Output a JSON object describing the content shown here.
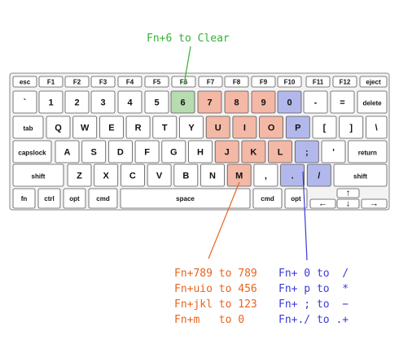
{
  "colors": {
    "green_text": "#33b233",
    "orange_text": "#e8641f",
    "blue_text": "#3b3bd8",
    "key_green": "#b6dcb0",
    "key_orange": "#f4b8a6",
    "key_blue": "#b3b8ec"
  },
  "annotations": {
    "top": "Fn+6 to Clear",
    "orange_lines": [
      "Fn+789 to 789",
      "Fn+uio to 456",
      "Fn+jkl to 123",
      "Fn+m   to 0"
    ],
    "blue_lines": [
      "Fn+ 0 to  /",
      "Fn+ p to  *",
      "Fn+ ; to  −",
      "Fn+./ to .+"
    ]
  },
  "keyboard": {
    "rows": [
      [
        {
          "label": "esc"
        },
        {
          "label": "F1"
        },
        {
          "label": "F2"
        },
        {
          "label": "F3"
        },
        {
          "label": "F4"
        },
        {
          "label": "F5"
        },
        {
          "label": "F6"
        },
        {
          "label": "F7"
        },
        {
          "label": "F8"
        },
        {
          "label": "F9"
        },
        {
          "label": "F10"
        },
        {
          "label": "F11"
        },
        {
          "label": "F12"
        },
        {
          "label": "eject"
        }
      ],
      [
        {
          "label": "`"
        },
        {
          "label": "1"
        },
        {
          "label": "2"
        },
        {
          "label": "3"
        },
        {
          "label": "4"
        },
        {
          "label": "5"
        },
        {
          "label": "6",
          "hl": "green"
        },
        {
          "label": "7",
          "hl": "orange"
        },
        {
          "label": "8",
          "hl": "orange"
        },
        {
          "label": "9",
          "hl": "orange"
        },
        {
          "label": "0",
          "hl": "blue"
        },
        {
          "label": "-"
        },
        {
          "label": "="
        },
        {
          "label": "delete"
        }
      ],
      [
        {
          "label": "tab"
        },
        {
          "label": "Q"
        },
        {
          "label": "W"
        },
        {
          "label": "E"
        },
        {
          "label": "R"
        },
        {
          "label": "T"
        },
        {
          "label": "Y"
        },
        {
          "label": "U",
          "hl": "orange"
        },
        {
          "label": "I",
          "hl": "orange"
        },
        {
          "label": "O",
          "hl": "orange"
        },
        {
          "label": "P",
          "hl": "blue"
        },
        {
          "label": "["
        },
        {
          "label": "]"
        },
        {
          "label": "\\"
        }
      ],
      [
        {
          "label": "capslock"
        },
        {
          "label": "A"
        },
        {
          "label": "S"
        },
        {
          "label": "D"
        },
        {
          "label": "F"
        },
        {
          "label": "G"
        },
        {
          "label": "H"
        },
        {
          "label": "J",
          "hl": "orange"
        },
        {
          "label": "K",
          "hl": "orange"
        },
        {
          "label": "L",
          "hl": "orange"
        },
        {
          "label": ";",
          "hl": "blue"
        },
        {
          "label": "'"
        },
        {
          "label": "return"
        }
      ],
      [
        {
          "label": "shift"
        },
        {
          "label": "Z"
        },
        {
          "label": "X"
        },
        {
          "label": "C"
        },
        {
          "label": "V"
        },
        {
          "label": "B"
        },
        {
          "label": "N"
        },
        {
          "label": "M",
          "hl": "orange"
        },
        {
          "label": ","
        },
        {
          "label": ".",
          "hl": "blue"
        },
        {
          "label": "/",
          "hl": "blue"
        },
        {
          "label": "shift"
        }
      ],
      [
        {
          "label": "fn"
        },
        {
          "label": "ctrl"
        },
        {
          "label": "opt"
        },
        {
          "label": "cmd"
        },
        {
          "label": "space"
        },
        {
          "label": "cmd"
        },
        {
          "label": "opt"
        },
        {
          "label": "↑"
        },
        {
          "label": "←"
        },
        {
          "label": "↓"
        },
        {
          "label": "→"
        }
      ]
    ]
  }
}
